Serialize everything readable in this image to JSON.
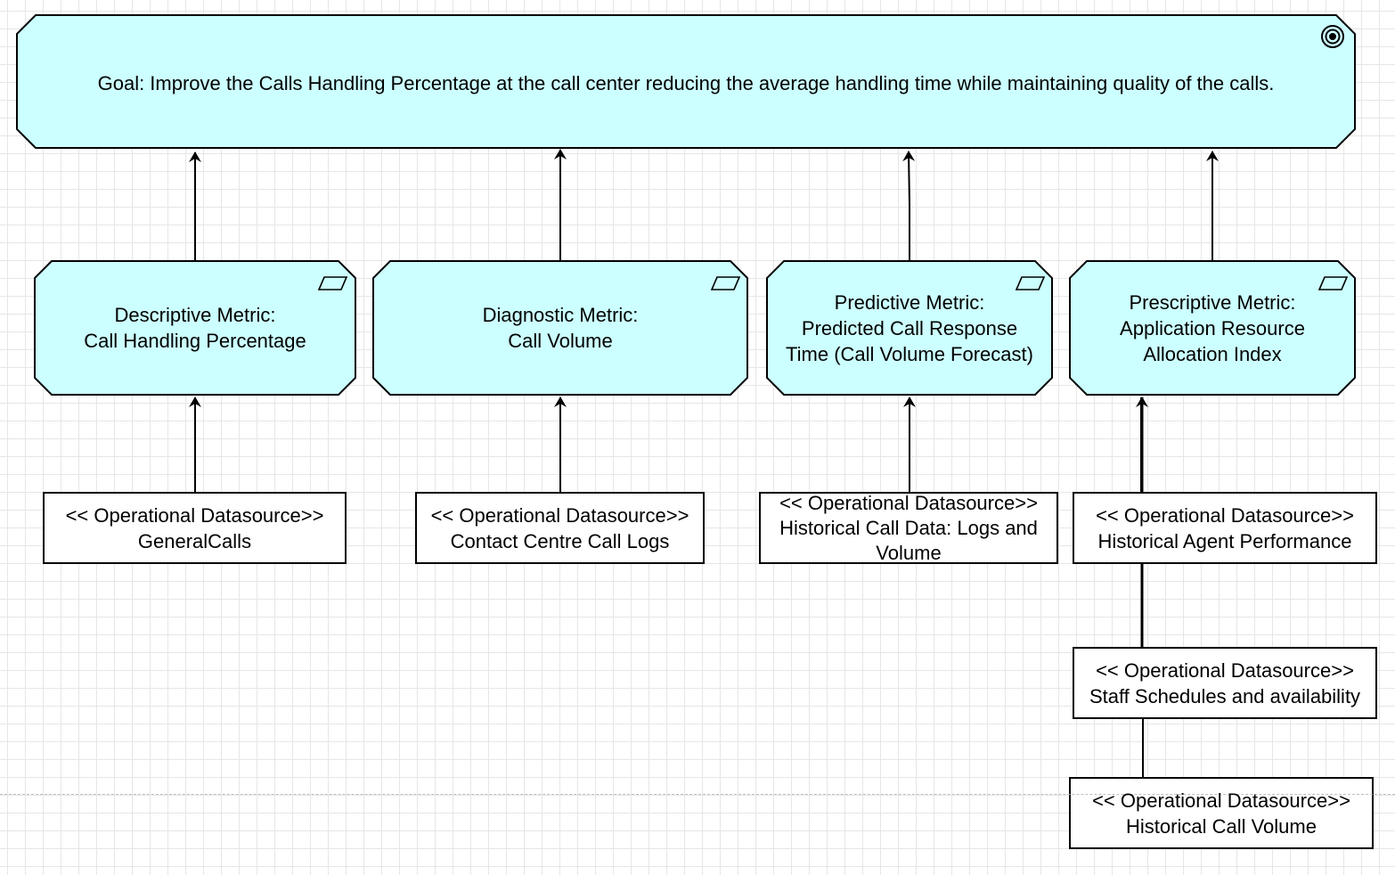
{
  "colors": {
    "metric_fill": "#ccffff",
    "stroke": "#000000",
    "datasource_fill": "#ffffff",
    "grid": "#e6e6e6"
  },
  "goal": {
    "text": "Goal: Improve the Calls Handling Percentage at the call center reducing the average handling time while maintaining quality of the calls.",
    "icon": "goal-target-icon"
  },
  "metrics": [
    {
      "line1": "Descriptive Metric:",
      "line2": "Call Handling Percentage",
      "line3": "",
      "icon": "metric-parallelogram-icon"
    },
    {
      "line1": "Diagnostic Metric:",
      "line2": "Call Volume",
      "line3": "",
      "icon": "metric-parallelogram-icon"
    },
    {
      "line1": "Predictive Metric:",
      "line2": "Predicted Call Response",
      "line3": "Time (Call Volume Forecast)",
      "icon": "metric-parallelogram-icon"
    },
    {
      "line1": "Prescriptive Metric:",
      "line2": "Application Resource",
      "line3": "Allocation Index",
      "icon": "metric-parallelogram-icon"
    }
  ],
  "datasources": [
    {
      "line1": "<< Operational Datasource>>",
      "line2": "GeneralCalls",
      "line3": ""
    },
    {
      "line1": "<< Operational Datasource>>",
      "line2": "Contact Centre Call Logs",
      "line3": ""
    },
    {
      "line1": "<< Operational Datasource>>",
      "line2": "Historical Call Data: Logs and",
      "line3": "Volume"
    },
    {
      "line1": "<< Operational Datasource>>",
      "line2": "Historical Agent Performance",
      "line3": ""
    },
    {
      "line1": "<< Operational Datasource>>",
      "line2": "Staff Schedules and availability",
      "line3": ""
    },
    {
      "line1": "<< Operational Datasource>>",
      "line2": "Historical Call Volume",
      "line3": ""
    }
  ]
}
